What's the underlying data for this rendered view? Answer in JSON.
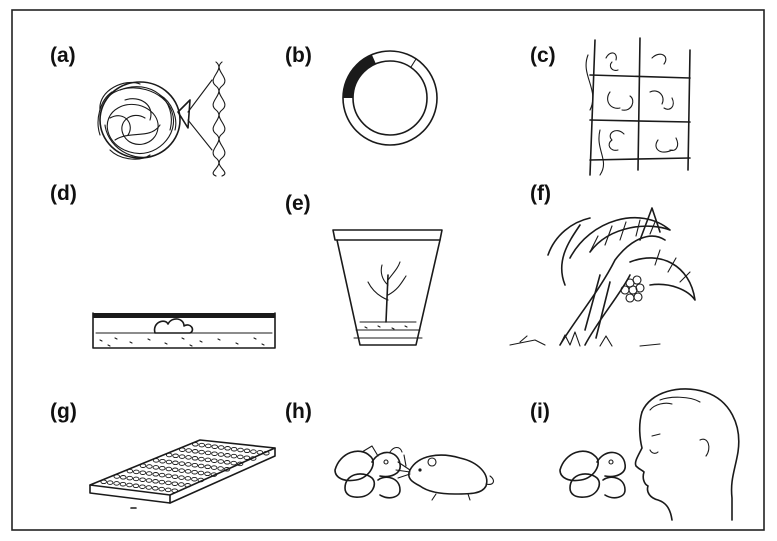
{
  "figure": {
    "panels": [
      {
        "id": "a",
        "label": "(a)"
      },
      {
        "id": "b",
        "label": "(b)"
      },
      {
        "id": "c",
        "label": "(c)"
      },
      {
        "id": "d",
        "label": "(d)"
      },
      {
        "id": "e",
        "label": "(e)"
      },
      {
        "id": "f",
        "label": "(f)"
      },
      {
        "id": "g",
        "label": "(g)"
      },
      {
        "id": "h",
        "label": "(h)"
      },
      {
        "id": "i",
        "label": "(i)"
      }
    ]
  },
  "colors": {
    "ink": "#1a1a1a",
    "paper": "#ffffff",
    "frame": "#222222"
  }
}
